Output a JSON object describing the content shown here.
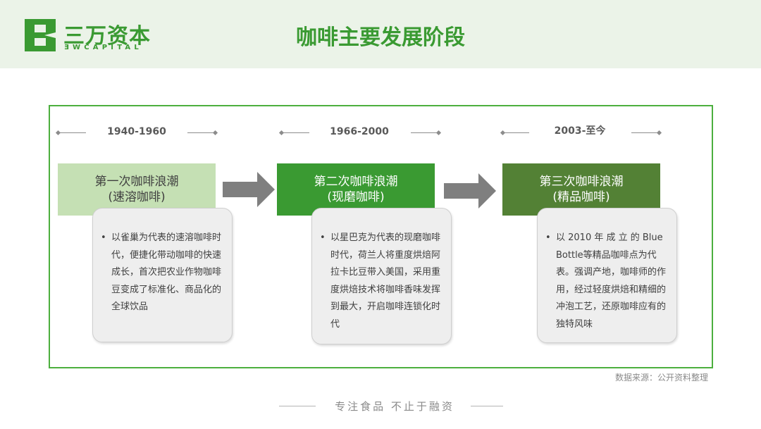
{
  "brand": {
    "name_cn": "三万资本",
    "name_en": "ƎWCAPITAL",
    "color": "#3a9a32"
  },
  "page": {
    "title": "咖啡主要发展阶段"
  },
  "stages": [
    {
      "period": "1940-1960",
      "title_line1": "第一次咖啡浪潮",
      "title_line2": "(速溶咖啡)",
      "description": "以雀巢为代表的速溶咖啡时代，便捷化带动咖啡的快速成长，首次把农业作物咖啡豆变成了标准化、商品化的全球饮品",
      "box_color": "#c5e0b4",
      "text_color": "#404040"
    },
    {
      "period": "1966-2000",
      "title_line1": "第二次咖啡浪潮",
      "title_line2": "(现磨咖啡)",
      "description": "以星巴克为代表的现磨咖啡时代，荷兰人将重度烘焙阿拉卡比豆带入美国，采用重度烘焙技术将咖啡香味发挥到最大，开启咖啡连锁化时代",
      "box_color": "#3a9a32",
      "text_color": "#ffffff"
    },
    {
      "period": "2003-至今",
      "title_line1": "第三次咖啡浪潮",
      "title_line2": "(精品咖啡)",
      "description": "以 2010 年 成 立 的 Blue Bottle等精品咖啡点为代表。强调产地，咖啡师的作用，经过轻度烘焙和精细的冲泡工艺，还原咖啡应有的独特风味",
      "box_color": "#538135",
      "text_color": "#ffffff"
    }
  ],
  "source": "数据来源：公开资料整理",
  "footer": {
    "slogan": "专注食品  不止于融资"
  }
}
